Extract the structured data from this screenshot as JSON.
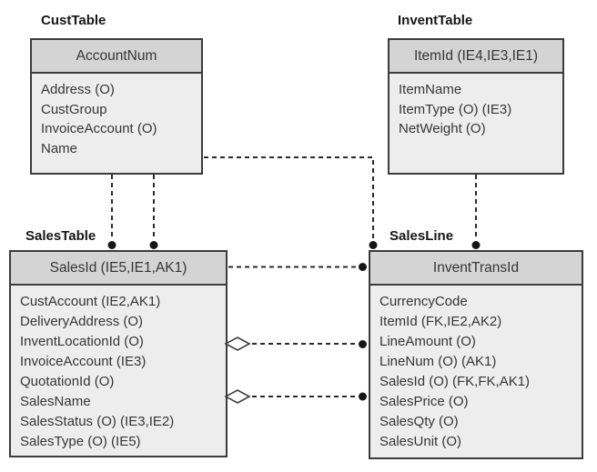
{
  "diagram": {
    "tables": {
      "cust": {
        "title": "CustTable",
        "primary_key": "AccountNum",
        "fields": [
          "Address (O)",
          "CustGroup",
          "InvoiceAccount (O)",
          "Name"
        ]
      },
      "invent": {
        "title": "InventTable",
        "primary_key": "ItemId (IE4,IE3,IE1)",
        "fields": [
          "ItemName",
          "ItemType (O) (IE3)",
          "NetWeight (O)"
        ]
      },
      "sales": {
        "title": "SalesTable",
        "primary_key": "SalesId (IE5,IE1,AK1)",
        "fields": [
          "CustAccount (IE2,AK1)",
          "DeliveryAddress (O)",
          "InventLocationId (O)",
          "InvoiceAccount (IE3)",
          "QuotationId (O)",
          "SalesName",
          "SalesStatus (O) (IE3,IE2)",
          "SalesType (O) (IE5)"
        ]
      },
      "salesline": {
        "title": "SalesLine",
        "primary_key": "InventTransId",
        "fields": [
          "CurrencyCode",
          "ItemId (FK,IE2,AK2)",
          "LineAmount (O)",
          "LineNum (O) (AK1)",
          "SalesId (O) (FK,FK,AK1)",
          "SalesPrice (O)",
          "SalesQty (O)",
          "SalesUnit (O)"
        ]
      }
    },
    "colors": {
      "border": "#3c3c3c",
      "header_fill": "#d4d4d4",
      "body_fill": "#ededed",
      "text": "#363636",
      "connector": "#2a2a2a"
    }
  }
}
